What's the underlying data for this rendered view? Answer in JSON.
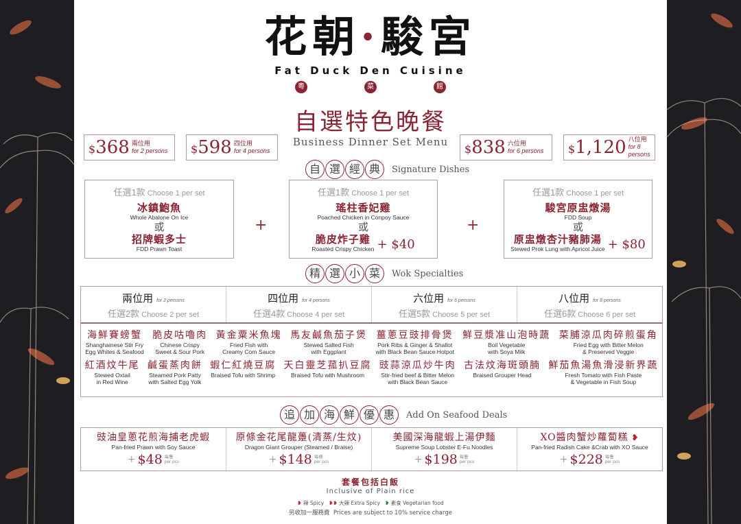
{
  "logo": {
    "cn_a": "花朝",
    "dot": "·",
    "cn_b": "駿宮",
    "en": "Fat Duck Den Cuisine",
    "seals": [
      "粵",
      "菜",
      "館"
    ]
  },
  "title": {
    "cn": "自選特色晚餐",
    "en": "Business Dinner Set Menu"
  },
  "prices": [
    {
      "amount": "368",
      "cn": "兩位用",
      "en": "for 2 persons"
    },
    {
      "amount": "598",
      "cn": "四位用",
      "en": "for 4 persons"
    },
    {
      "amount": "838",
      "cn": "六位用",
      "en": "for 6 persons"
    },
    {
      "amount": "1,120",
      "cn": "八位用",
      "en": "for 8 persons"
    }
  ],
  "currency": "$",
  "signature": {
    "chars": [
      "自",
      "選",
      "經",
      "典"
    ],
    "label": "Signature Dishes",
    "choose_cn": "任選1款",
    "choose_en": "Choose 1 per set",
    "or": "或",
    "plus": "+",
    "boxes": [
      {
        "a_cn": "冰鎮鮑魚",
        "a_en": "Whole Abalone On Ice",
        "b_cn": "招牌蝦多士",
        "b_en": "FDD Prawn Toast"
      },
      {
        "a_cn": "瑤柱香妃雞",
        "a_en": "Poached Chicken in Conpoy Sauce",
        "b_cn": "脆皮炸子雞",
        "b_en": "Roasted Crispy Chicken",
        "extra": "+ $40"
      },
      {
        "a_cn": "駿宮原盅燉湯",
        "a_en": "FDD Soup",
        "b_cn": "原盅燉杏汁豬肺湯",
        "b_en": "Stewed Prok Lung with Apricot Juice",
        "extra": "+ $80"
      }
    ]
  },
  "wok": {
    "chars": [
      "精",
      "選",
      "小",
      "菜"
    ],
    "label": "Wok Specialties",
    "heads": [
      {
        "cn": "兩位用",
        "en": "for 2 persons",
        "choose_cn": "任選2款",
        "choose_en": "Choose 2 per set"
      },
      {
        "cn": "四位用",
        "en": "for 4 persons",
        "choose_cn": "任選4款",
        "choose_en": "Choose 4 per set"
      },
      {
        "cn": "六位用",
        "en": "for 6 persons",
        "choose_cn": "任選5款",
        "choose_en": "Choose 5 per set"
      },
      {
        "cn": "八位用",
        "en": "for 8 persons",
        "choose_cn": "任選6款",
        "choose_en": "Choose 6 per set"
      }
    ],
    "row1": [
      {
        "cn": "海鮮賽螃蟹",
        "en1": "Shanghainese Stir Fry",
        "en2": "Egg Whites & Seafood"
      },
      {
        "cn": "脆皮咕嚕肉",
        "en1": "Chinese Crispy",
        "en2": "Sweet & Sour Pork"
      },
      {
        "cn": "黃金粟米魚塊",
        "en1": "Fried Fish with",
        "en2": "Creamy Corn Sauce"
      },
      {
        "cn": "馬友鹹魚茄子煲",
        "en1": "Stewed Salted Fish",
        "en2": "with Eggplant"
      },
      {
        "cn": "薑蔥豆豉排骨煲",
        "en1": "Pork Ribs & Ginger & Shallot",
        "en2": "with Black Bean Sauce Hotpot"
      },
      {
        "cn": "鮮豆漿准山泡時蔬",
        "en1": "Boil Vegetable",
        "en2": "with Soya Milk"
      },
      {
        "cn": "菜脯涼瓜肉碎煎蛋角",
        "en1": "Fried Egg with Bitter Melon",
        "en2": "& Preserved Veggie"
      }
    ],
    "row2": [
      {
        "cn": "紅酒炆牛尾",
        "en1": "Stewed Oxtail",
        "en2": "in Red Wine"
      },
      {
        "cn": "鹹蛋蒸肉餅",
        "en1": "Steamed Pork Patty",
        "en2": "with Salted Egg Yolk"
      },
      {
        "cn": "蝦仁紅燒豆腐",
        "en1": "Braised Tofu with Shrimp",
        "en2": ""
      },
      {
        "cn": "天白靈芝菰扒豆腐",
        "en1": "Braised Tofu with Mushroom",
        "en2": ""
      },
      {
        "cn": "豉蒜涼瓜炒牛肉",
        "en1": "Stir-fried beef & Bitter Melon",
        "en2": "with Black Bean Sauce"
      },
      {
        "cn": "古法炆海斑頭腩",
        "en1": "Braised Grouper Head",
        "en2": ""
      },
      {
        "cn": "鮮茄魚湯魚滑浸新界蔬",
        "en1": "Fresh Tomato with Fish Paste",
        "en2": "& Vegetable in Fish Soup"
      }
    ]
  },
  "seafood": {
    "chars": [
      "追",
      "加",
      "海",
      "鮮",
      "優",
      "惠"
    ],
    "label": "Add On Seafood Deals",
    "items": [
      {
        "cn": "豉油皇蔥花煎海捕老虎蝦",
        "en": "Pan-fried Prawn with Soy Sauce",
        "price": "$48",
        "unit_cn": "每隻",
        "unit_en": "per pcs"
      },
      {
        "cn": "原條金花尾龍躉(清蒸/生炆)",
        "en": "Dragon Giant Grouper (Steamed / Braise)",
        "price": "$148",
        "unit_cn": "每條",
        "unit_en": "per pcs"
      },
      {
        "cn": "美國深海龍蝦上湯伊麵",
        "en": "Supreme Soup Lobster E-Fu Noodles",
        "price": "$198",
        "unit_cn": "每隻",
        "unit_en": "per pcs"
      },
      {
        "cn": "XO醬肉蟹炒蘿蔔糕",
        "en": "Pan-fried Radish Cake &Crab with XO Sauce",
        "price": "$228",
        "unit_cn": "每隻",
        "unit_en": "per pcs",
        "spicy": true
      }
    ]
  },
  "footer": {
    "rice_cn": "套餐包括白飯",
    "rice_en": "Inclusive of Plain rice",
    "legend": [
      {
        "icon": "chili-icon",
        "text": "辣 Spicy"
      },
      {
        "icon": "double-chili-icon",
        "text": "大辣 Extra Spicy"
      },
      {
        "icon": "green-chili-icon",
        "text": "素食 Vegetarian food"
      }
    ],
    "service_cn": "另收加一服務費",
    "service_en": "Prices are subject to 10% service charge"
  },
  "colors": {
    "accent": "#8a2332",
    "side": "#1e1e22"
  }
}
